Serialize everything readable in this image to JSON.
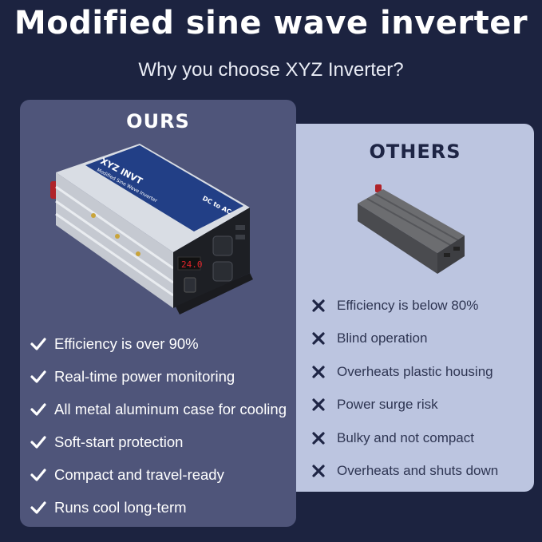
{
  "header": {
    "title": "Modified sine wave inverter",
    "subtitle": "Why you choose XYZ Inverter?"
  },
  "ours": {
    "heading": "OURS",
    "product_label": {
      "brand": "XYZ INVT",
      "model": "Modified Sine Wave Inverter",
      "conversion": "DC to AC",
      "display_value": "24.0"
    },
    "features": [
      "Efficiency is over 90%",
      "Real-time power monitoring",
      "All metal aluminum case for cooling",
      "Soft-start protection",
      "Compact and travel-ready",
      "Runs cool long-term"
    ],
    "icon": "check-icon"
  },
  "others": {
    "heading": "OTHERS",
    "drawbacks": [
      "Efficiency is below 80%",
      "Blind operation",
      "Overheats plastic housing",
      "Power surge risk",
      "Bulky and not compact",
      "Overheats and shuts down"
    ],
    "icon": "cross-icon"
  },
  "colors": {
    "background": "#1c2340",
    "ours_panel": "#4f557a",
    "others_panel": "#bcc5e0",
    "label_blue": "#223f86"
  }
}
